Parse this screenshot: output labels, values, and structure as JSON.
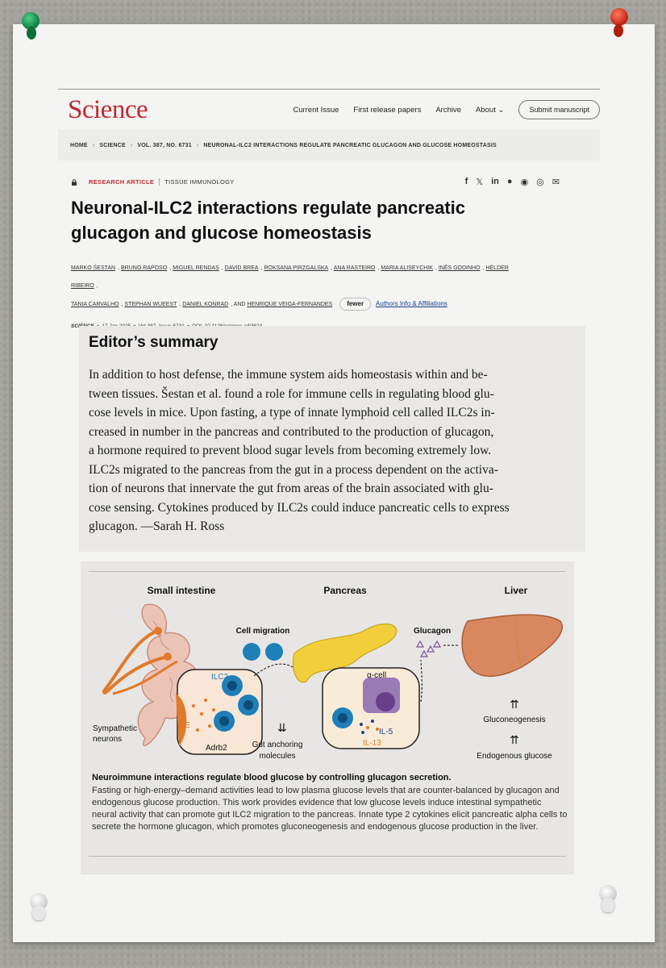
{
  "nav": {
    "logo": "Science",
    "links": [
      "Current Issue",
      "First release papers",
      "Archive",
      "About"
    ],
    "submit": "Submit manuscript"
  },
  "breadcrumb": [
    "HOME",
    "SCIENCE",
    "VOL. 387, NO. 6731",
    "NEURONAL-ILC2 INTERACTIONS REGULATE PANCREATIC GLUCAGON AND GLUCOSE HOMEOSTASIS"
  ],
  "article": {
    "type": "RESEARCH ARTICLE",
    "section": "TISSUE IMMUNOLOGY",
    "title": "Neuronal-ILC2 interactions regulate pancreatic glucagon and glucose homeostasis",
    "authors": [
      "MARKO ŠESTAN",
      "BRUNO RAPOSO",
      "MIGUEL RENDAS",
      "DAVID BREA",
      "ROKSANA PIRZGALSKA",
      "ANA RASTEIRO",
      "MARIA ALISEYCHIK",
      "INÊS GODINHO",
      "HÉLDER RIBEIRO",
      "TANIA CARVALHO",
      "STEPHAN WUEEST",
      "DANIEL KONRAD",
      "AND",
      "HENRIQUE VEIGA-FERNANDES"
    ],
    "fewer": "fewer",
    "affiliations": "Authors Info & Affiliations",
    "journal": "SCIENCE",
    "date": "17 Jan 2025",
    "volume": "Vol 387, Issue 6731",
    "doi": "DOI: 10.1126/science.adi3624"
  },
  "summary": {
    "heading": "Editor’s summary",
    "lines": [
      "In addition to host defense, the immune system aids homeostasis within and be-",
      "tween tissues. Šestan et al. found a role for immune cells in regulating blood glu-",
      "cose levels in mice. Upon fasting, a type of innate lymphoid cell called ILC2s in-",
      "creased in number in the pancreas and contributed to the production of glucagon,",
      "a hormone required to prevent blood sugar levels from becoming extremely low.",
      "ILC2s migrated to the pancreas from the gut in a process dependent on the activa-",
      "tion of neurons that innervate the gut from areas of the brain associated with glu-",
      "cose sensing. Cytokines produced by ILC2s could induce pancreatic cells to express",
      "glucagon. —Sarah H. Ross"
    ]
  },
  "figure": {
    "labels": {
      "small_intestine": "Small intestine",
      "pancreas": "Pancreas",
      "liver": "Liver",
      "cell_migration": "Cell migration",
      "glucagon": "Glucagon",
      "ilc2": "ILC2",
      "alpha_cell": "α-cell",
      "ne": "NE",
      "adrb2": "Adrb2",
      "sympathetic": "Sympathetic",
      "neurons": "neurons",
      "gut_anchoring": "Gut anchoring",
      "molecules": "molecules",
      "il5": "IL-5",
      "il13": "IL-13",
      "gluconeogenesis": "Gluconeogenesis",
      "endogenous": "Endogenous glucose"
    },
    "caption_title": "Neuroimmune interactions regulate blood glucose by controlling glucagon secretion.",
    "caption": "Fasting or high-energy–demand activities lead to low plasma glucose levels that are counter-balanced by glucagon and endogenous glucose production. This work provides evidence that low glucose levels induce intestinal sympathetic neural activity that can promote gut ILC2 migration to the pancreas. Innate type 2 cytokines elicit pancreatic alpha cells to secrete the hormone glucagon, which promotes gluconeogenesis and endogenous glucose production in the liver."
  },
  "colors": {
    "brand": "#c1272d",
    "link": "#1a3c8e",
    "cell_blue": "#1f7fb8",
    "pancreas": "#f2cf3a",
    "liver": "#d9875e",
    "alpha": "#7a4f98",
    "neuron": "#e07a2a"
  }
}
